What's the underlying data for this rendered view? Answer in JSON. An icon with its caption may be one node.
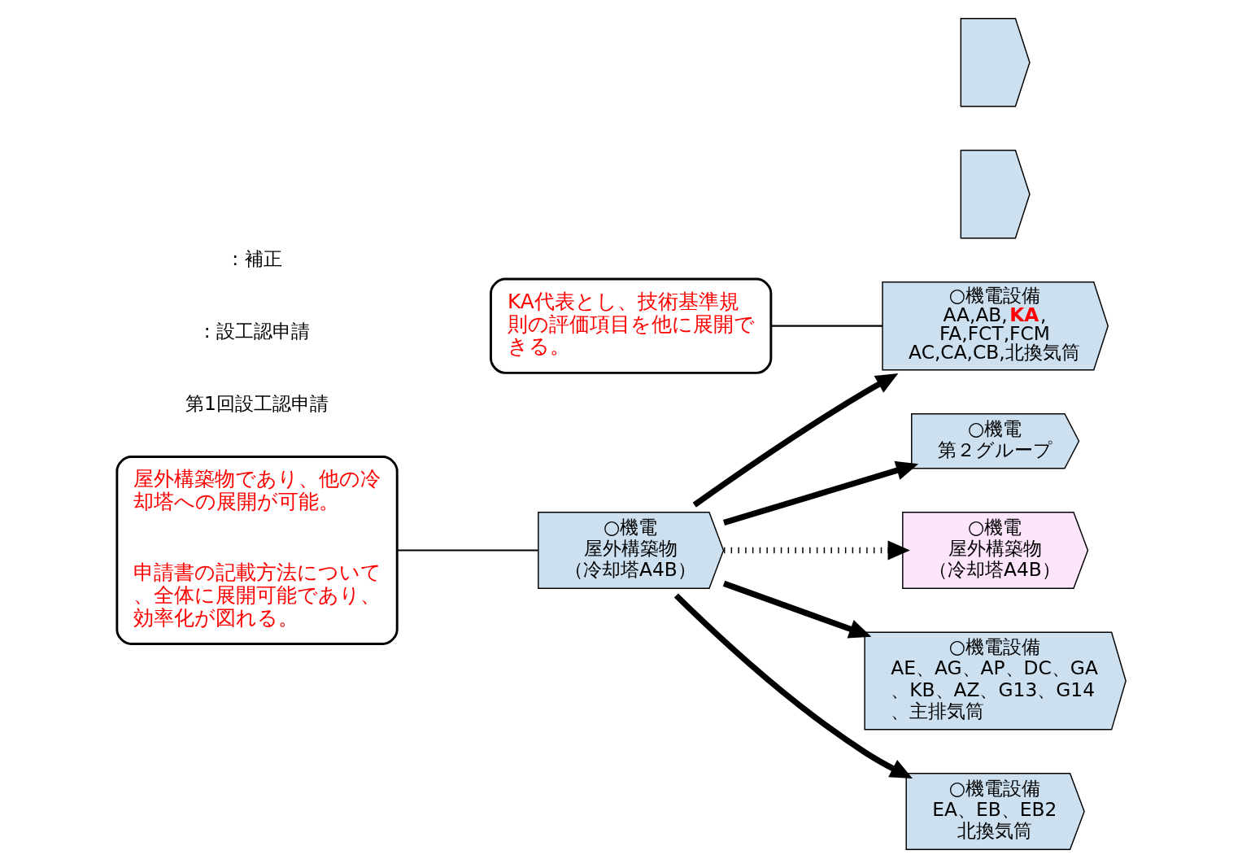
{
  "diagram": {
    "nodes": [
      {
        "text": [
          "○機電",
          "第２グループ"
        ]
      },
      {
        "text": [],
        "shape": "chevron"
      },
      {
        "text": [],
        "shape": "chevron"
      },
      {
        "text": [
          "○機電",
          "屋外構築物",
          "（冷却塔A4B）"
        ]
      },
      {
        "text": [
          "○機電",
          "屋外構築物",
          "（冷却塔A4B）"
        ]
      },
      {
        "text": [
          "○機電設備",
          "AA,AB,**KA**,",
          "FA,FCT,FCM",
          "AC,CA,CB,北換気筒"
        ]
      },
      {
        "text": [
          "○機電設備",
          "AE、AG、AP、DC、GA、KB、AZ、G13、G14、主排気筒"
        ]
      },
      {
        "text": [
          "○機電設備",
          "EA、EB、EB2",
          "北換気筒"
        ]
      },
      {
        "text": [
          "屋外構築物であり、他の冷却塔への展開が可能。",
          "申請書の記載方法について、全体に展開可能であり、効率化が図れる。"
        ]
      },
      {
        "text": [
          "KA代表とし、技術基準規則の評価項目を他に展開できる。"
        ]
      }
    ],
    "edges": [
      {
        "from": 3,
        "to": 0,
        "arrow": "to"
      },
      {
        "from": 3,
        "to": 4,
        "arrow": "to",
        "style": "dashed"
      },
      {
        "from": 3,
        "to": 5,
        "arrow": "to"
      },
      {
        "from": 3,
        "to": 6,
        "arrow": "to"
      },
      {
        "from": 3,
        "to": 7,
        "arrow": "to"
      },
      {
        "from": 8,
        "to": 3,
        "arrow": "none"
      },
      {
        "from": 9,
        "to": 5,
        "arrow": "none"
      }
    ],
    "labels": [
      "第1回設工認申請",
      ": 設工認申請",
      ": 補正"
    ]
  }
}
